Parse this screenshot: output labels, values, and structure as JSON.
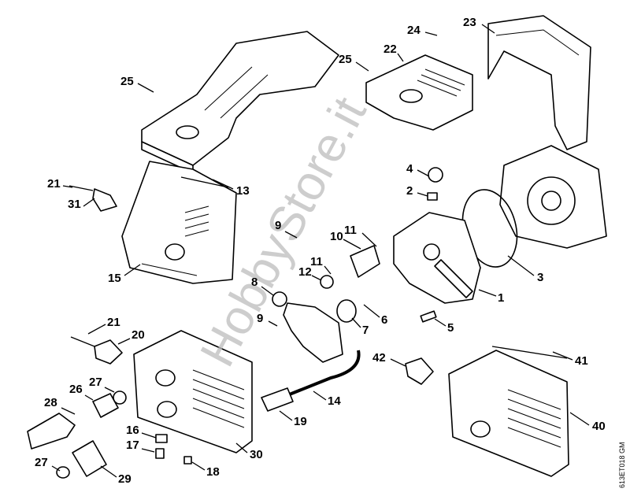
{
  "diagram": {
    "watermark": "HobbyStore.it",
    "drawing_code": "613ET018 GM",
    "callouts": [
      "25",
      "25",
      "24",
      "22",
      "23",
      "13",
      "21",
      "31",
      "15",
      "4",
      "2",
      "3",
      "9",
      "10",
      "11",
      "11",
      "12",
      "8",
      "9",
      "7",
      "6",
      "1",
      "5",
      "21",
      "20",
      "27",
      "26",
      "28",
      "27",
      "29",
      "16",
      "17",
      "18",
      "30",
      "14",
      "19",
      "42",
      "41",
      "40"
    ]
  }
}
